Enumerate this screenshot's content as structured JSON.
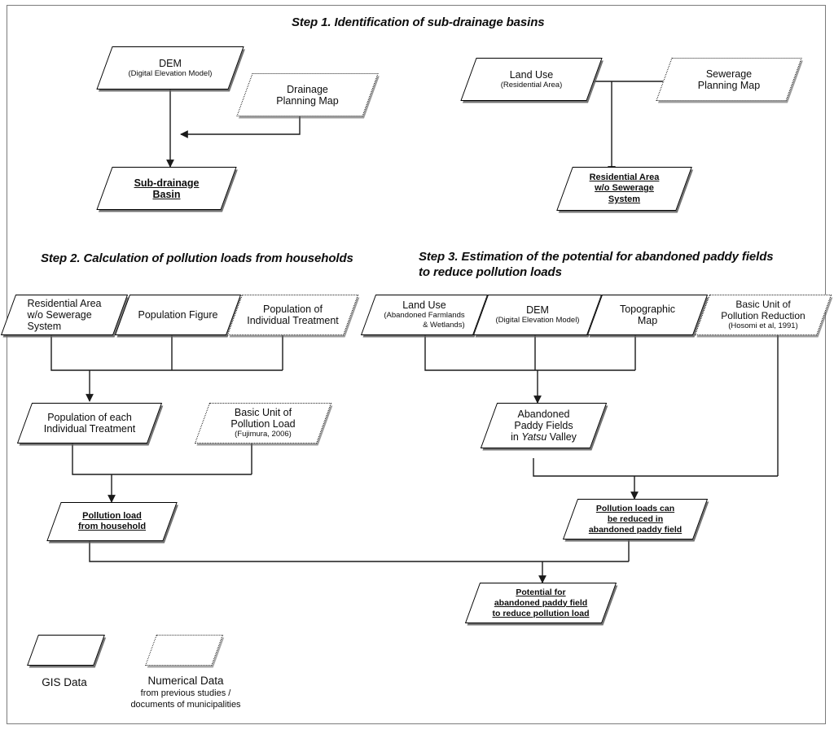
{
  "figure": {
    "title": "Methodology flowchart for estimating pollution loads and reduction potential",
    "frame_color": "#7b7b7b",
    "line_color": "#1a1a1a"
  },
  "steps": [
    {
      "id": "step1",
      "title": "Step 1. Identification of sub-drainage basins"
    },
    {
      "id": "step2",
      "title": "Step 2. Calculation of pollution loads from households"
    },
    {
      "id": "step3",
      "title": "Step 3. Estimation of the potential for abandoned paddy fields\nto reduce pollution loads"
    }
  ],
  "nodes": {
    "dem1": {
      "label": "DEM",
      "sub": "(Digital Elevation Model)",
      "type": "gis"
    },
    "drainage_map": {
      "label": "Drainage\nPlanning Map",
      "sub": "",
      "type": "numerical"
    },
    "sub_drainage": {
      "label": "Sub-drainage\nBasin",
      "sub": "",
      "type": "result"
    },
    "land_use_res": {
      "label": "Land Use",
      "sub": "(Residential Area)",
      "type": "gis"
    },
    "sewerage_map": {
      "label": "Sewerage\nPlanning Map",
      "sub": "",
      "type": "numerical"
    },
    "res_area_wo": {
      "label": "Residential Area\nw/o Sewerage\nSystem",
      "sub": "",
      "type": "result"
    },
    "res_area_wo2": {
      "label": "Residential Area\nw/o Sewerage\nSystem",
      "sub": "",
      "type": "gis"
    },
    "pop_figure": {
      "label": "Population Figure",
      "sub": "",
      "type": "gis"
    },
    "pop_individual": {
      "label": "Population of\nIndividual Treatment",
      "sub": "",
      "type": "numerical"
    },
    "pop_each": {
      "label": "Population of each\nIndividual Treatment",
      "sub": "",
      "type": "gis"
    },
    "basic_unit_load": {
      "label": "Basic Unit of\nPollution Load",
      "sub": "(Fujimura, 2006)",
      "type": "numerical"
    },
    "pollution_house": {
      "label": "Pollution load\nfrom household",
      "sub": "",
      "type": "result"
    },
    "land_use_ab": {
      "label": "Land Use",
      "sub": "(Abandoned Farmlands",
      "sub2": "& Wetlands)",
      "type": "gis"
    },
    "dem2": {
      "label": "DEM",
      "sub": "(Digital Elevation Model)",
      "type": "gis"
    },
    "topo_map": {
      "label": "Topographic\nMap",
      "sub": "",
      "type": "gis"
    },
    "basic_unit_red": {
      "label": "Basic Unit of\nPollution Reduction",
      "sub": "(Hosomi et al, 1991)",
      "type": "numerical"
    },
    "abandoned_paddy": {
      "label": "Abandoned\nPaddy Fields\nin Yatsu Valley",
      "italic_word": "Yatsu",
      "sub": "",
      "type": "gis"
    },
    "loads_reduced": {
      "label": "Pollution loads can\nbe reduced in\nabandoned paddy field",
      "sub": "",
      "type": "result"
    },
    "potential": {
      "label": "Potential for\nabandoned paddy field\nto reduce pollution load",
      "sub": "",
      "type": "result"
    }
  },
  "legend": {
    "gis": {
      "label": "GIS Data",
      "note": ""
    },
    "numerical": {
      "label": "Numerical Data",
      "note": "from previous studies /\ndocuments of municipalities"
    }
  }
}
